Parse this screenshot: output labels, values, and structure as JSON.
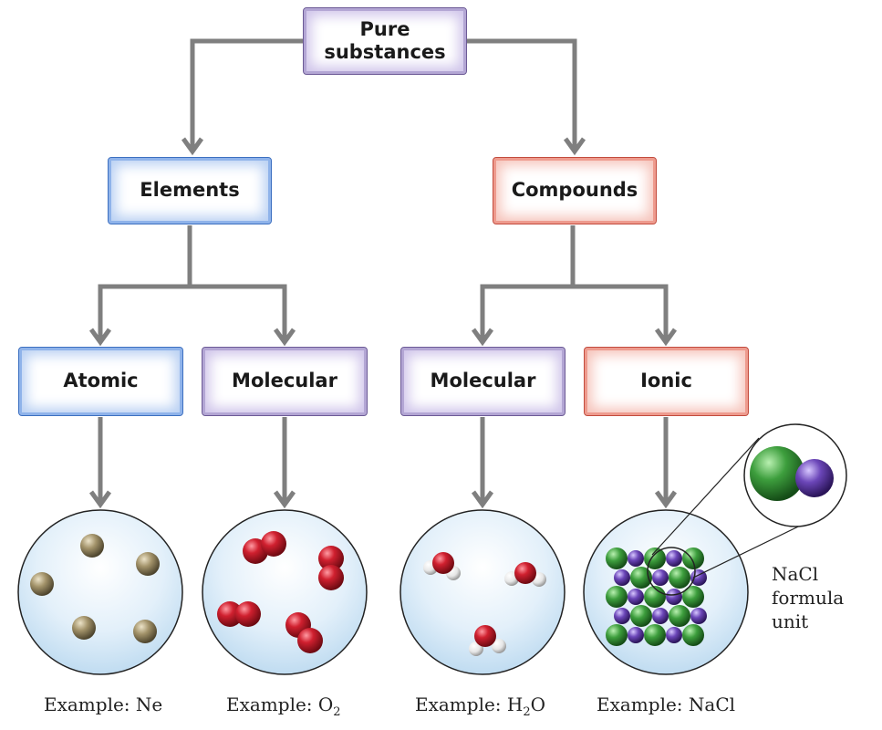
{
  "root": {
    "line1": "Pure",
    "line2": "substances"
  },
  "elements": {
    "label": "Elements"
  },
  "compounds": {
    "label": "Compounds"
  },
  "element_types": [
    {
      "label": "Atomic",
      "example": "Example: Ne"
    },
    {
      "label": "Molecular",
      "example_prefix": "Example: O",
      "example_sub": "2"
    }
  ],
  "compound_types": [
    {
      "label": "Molecular",
      "example_prefix": "Example: H",
      "example_sub": "2",
      "example_suffix": "O"
    },
    {
      "label": "Ionic",
      "example": "Example: NaCl"
    }
  ],
  "nacl_note": {
    "line1": "NaCl",
    "line2": "formula",
    "line3": "unit"
  },
  "colors": {
    "connector": "#7f7f7f",
    "purple": "#6c5a96",
    "blue": "#3c6fc0",
    "red": "#c24b3d",
    "neon_atom": "#9b8b64",
    "oxygen_atom": "#c8202f",
    "chlorine_atom": "#3c9a3c",
    "sodium_atom": "#6b46b8"
  }
}
